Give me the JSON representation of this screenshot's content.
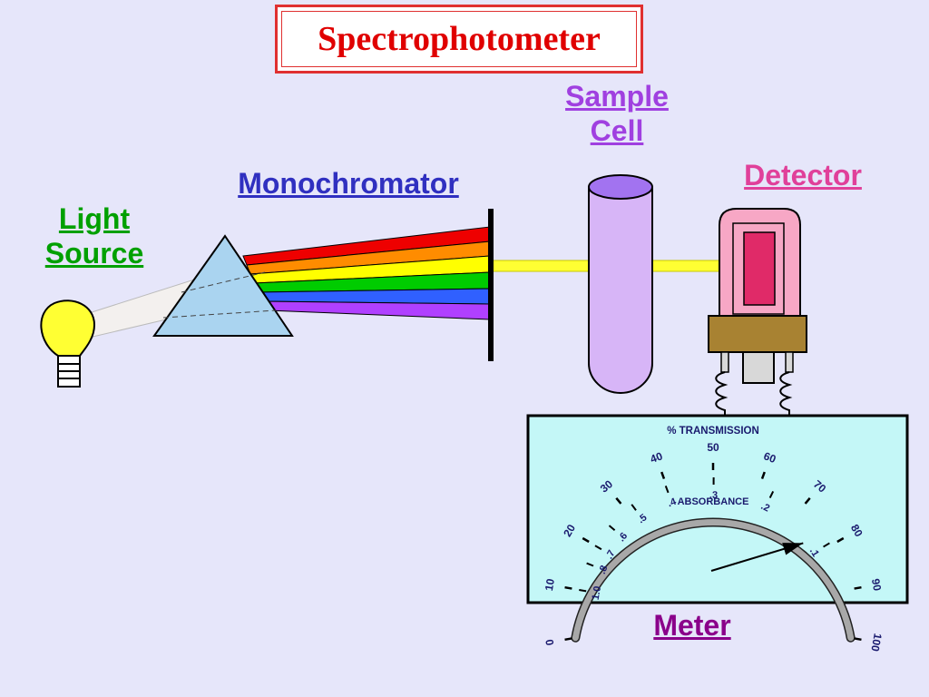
{
  "title": "Spectrophotometer",
  "labels": {
    "light_source": [
      "Light",
      "Source"
    ],
    "monochromator": "Monochromator",
    "sample_cell": [
      "Sample",
      "Cell"
    ],
    "detector": "Detector",
    "meter": "Meter"
  },
  "meter": {
    "transmission_title": "% TRANSMISSION",
    "absorbance_title": "ABSORBANCE",
    "transmission_ticks": [
      "0",
      "10",
      "20",
      "30",
      "40",
      "50",
      "60",
      "70",
      "80",
      "90",
      "100"
    ],
    "absorbance_ticks": [
      "1.0",
      ".8",
      ".7",
      ".6",
      ".5",
      ".4",
      ".3",
      ".2",
      ".1"
    ],
    "needle_transmission": 76
  },
  "colors": {
    "background": "#e6e6fa",
    "title": "#e00000",
    "light_source_label": "#00a000",
    "monochromator_label": "#3030c0",
    "sample_cell_label": "#a040e0",
    "detector_label": "#e0409a",
    "meter_label": "#8a008a",
    "spectrum": [
      "#ee0000",
      "#ff8c00",
      "#ffff00",
      "#00cc00",
      "#3060ff",
      "#b040ff"
    ]
  }
}
